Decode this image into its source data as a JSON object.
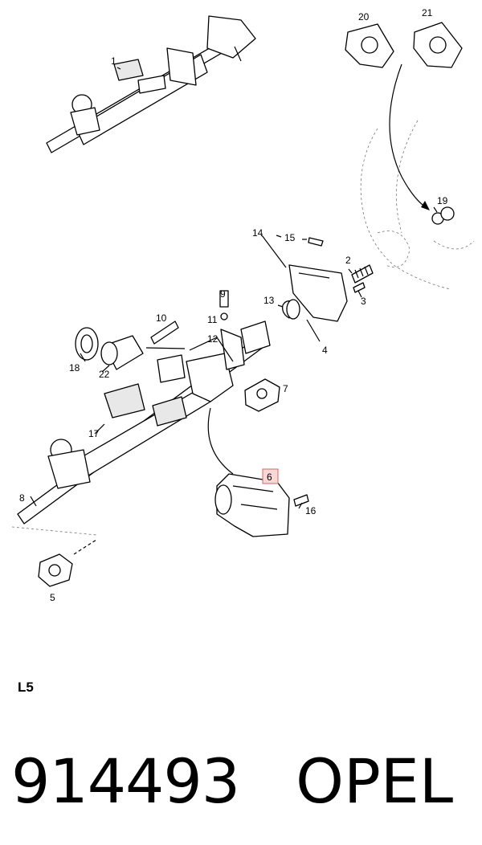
{
  "diagram": {
    "callouts": {
      "p1": "1",
      "p2": "2",
      "p3": "3",
      "p4": "4",
      "p5": "5",
      "p6": "6",
      "p7": "7",
      "p8": "8",
      "p9": "9",
      "p10": "10",
      "p11": "11",
      "p12": "12",
      "p13": "13",
      "p14": "14",
      "p15": "15",
      "p16": "16",
      "p17": "17",
      "p18": "18",
      "p19": "19",
      "p20": "20",
      "p21": "21",
      "p22": "22"
    },
    "highlighted_callout": "6",
    "code": "L5"
  },
  "footer": {
    "part_number": "914493",
    "brand": "OPEL"
  },
  "colors": {
    "highlight_fill": "#f8d7d7",
    "highlight_border": "#d06a6a",
    "ink": "#000000"
  }
}
